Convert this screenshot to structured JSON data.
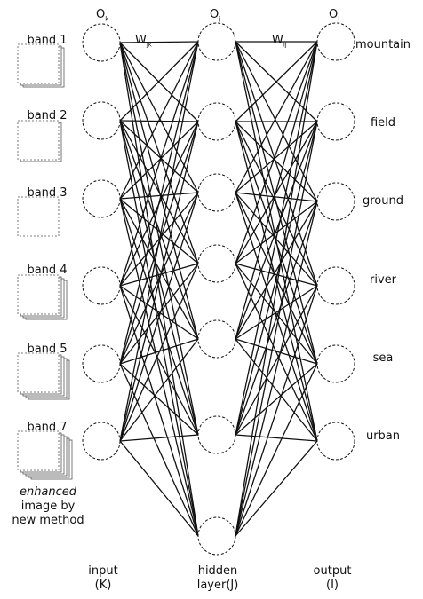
{
  "header": {
    "input_symbol": "O",
    "input_sub": "k",
    "hidden_symbol": "O",
    "hidden_sub": "j",
    "output_symbol": "O",
    "output_sub": "i",
    "weight_in_symbol": "W",
    "weight_in_sub": "jk",
    "weight_out_symbol": "W",
    "weight_out_sub": "ij"
  },
  "input_bands": [
    "band 1",
    "band 2",
    "band 3",
    "band 4",
    "band 5",
    "band 7"
  ],
  "output_classes": [
    "mountain",
    "field",
    "ground",
    "river",
    "sea",
    "urban"
  ],
  "caption": {
    "line1": "enhanced",
    "line2": "image by",
    "line3": "new method"
  },
  "layers": {
    "input": {
      "name": "input",
      "symbol": "(K)"
    },
    "hidden": {
      "name": "hidden",
      "symbol": "layer(J)"
    },
    "output": {
      "name": "output",
      "symbol": "(I)"
    }
  },
  "network": {
    "input_nodes": 6,
    "hidden_nodes": 7,
    "output_nodes": 6,
    "stroke_color": "#111111"
  }
}
